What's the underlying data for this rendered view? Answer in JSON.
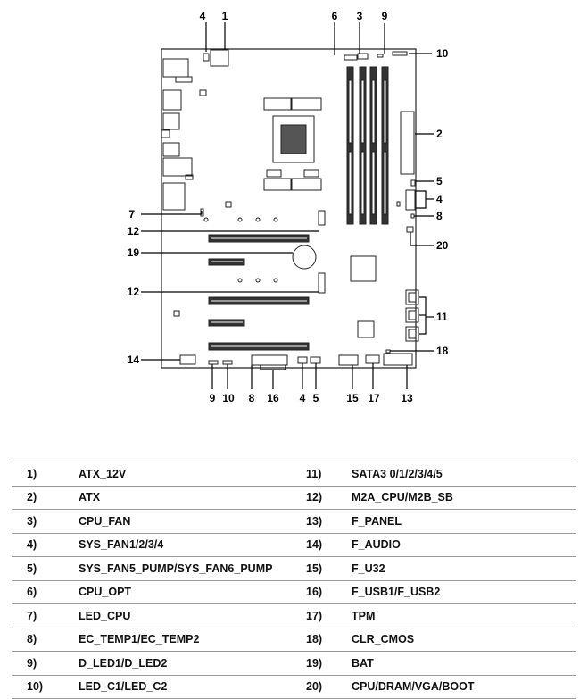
{
  "callouts": {
    "top_4": "4",
    "top_1": "1",
    "top_6": "6",
    "top_3": "3",
    "top_9": "9",
    "top_10": "10",
    "right_2": "2",
    "right_5": "5",
    "right_4": "4",
    "right_8": "8",
    "right_20": "20",
    "right_11": "11",
    "right_18": "18",
    "left_7": "7",
    "left_12a": "12",
    "left_19": "19",
    "left_12b": "12",
    "left_14": "14",
    "bottom_9": "9",
    "bottom_10": "10",
    "bottom_8": "8",
    "bottom_16": "16",
    "bottom_4": "4",
    "bottom_5": "5",
    "bottom_15": "15",
    "bottom_17": "17",
    "bottom_13": "13"
  },
  "legend": [
    {
      "n1": "1)",
      "c1": "ATX_12V",
      "n2": "11)",
      "c2": "SATA3 0/1/2/3/4/5"
    },
    {
      "n1": "2)",
      "c1": "ATX",
      "n2": "12)",
      "c2": "M2A_CPU/M2B_SB"
    },
    {
      "n1": "3)",
      "c1": "CPU_FAN",
      "n2": "13)",
      "c2": "F_PANEL"
    },
    {
      "n1": "4)",
      "c1": "SYS_FAN1/2/3/4",
      "n2": "14)",
      "c2": "F_AUDIO"
    },
    {
      "n1": "5)",
      "c1": "SYS_FAN5_PUMP/SYS_FAN6_PUMP",
      "n2": "15)",
      "c2": "F_U32"
    },
    {
      "n1": "6)",
      "c1": "CPU_OPT",
      "n2": "16)",
      "c2": "F_USB1/F_USB2"
    },
    {
      "n1": "7)",
      "c1": "LED_CPU",
      "n2": "17)",
      "c2": "TPM"
    },
    {
      "n1": "8)",
      "c1": "EC_TEMP1/EC_TEMP2",
      "n2": "18)",
      "c2": "CLR_CMOS"
    },
    {
      "n1": "9)",
      "c1": "D_LED1/D_LED2",
      "n2": "19)",
      "c2": "BAT"
    },
    {
      "n1": "10)",
      "c1": "LED_C1/LED_C2",
      "n2": "20)",
      "c2": "CPU/DRAM/VGA/BOOT"
    }
  ]
}
